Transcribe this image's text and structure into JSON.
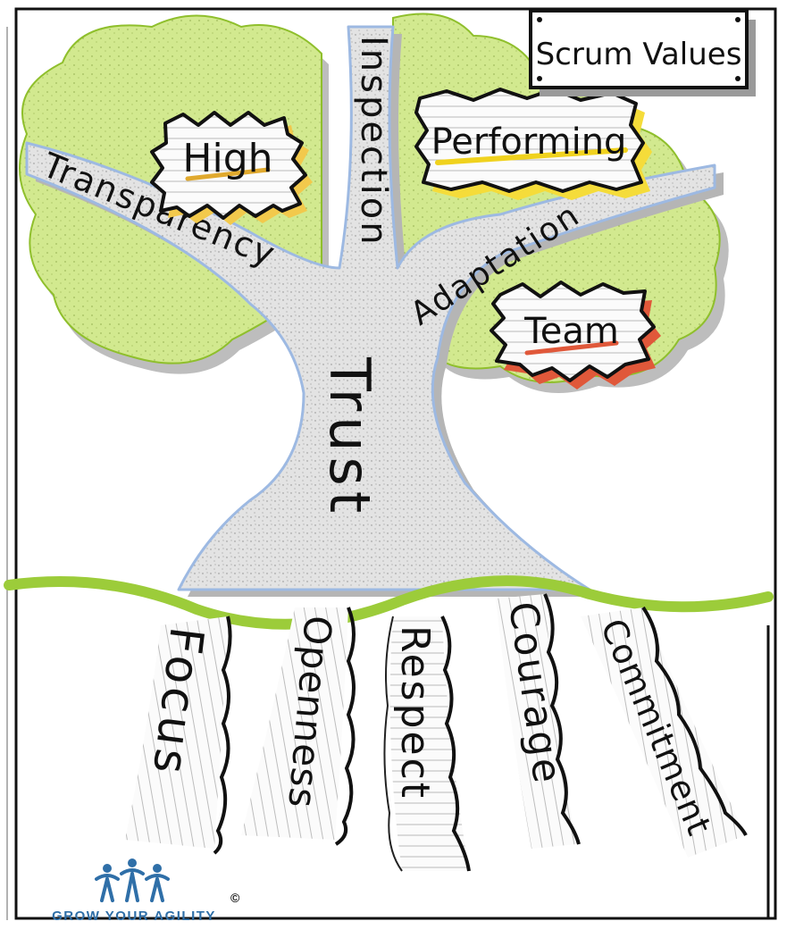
{
  "title": "Scrum Values",
  "badges": {
    "high": "High",
    "performing": "Performing",
    "team": "Team"
  },
  "tree": {
    "trunk": "Trust",
    "left_branch": "Transparency",
    "center_branch": "Inspection",
    "right_branch": "Adaptation"
  },
  "roots": [
    "Focus",
    "Openness",
    "Respect",
    "Courage",
    "Commitment"
  ],
  "brand": {
    "name": "GROW YOUR AGILITY",
    "copyright": "©"
  },
  "colors": {
    "canopy": "#cfe88a",
    "canopy_light": "#e3f2a8",
    "ground_line": "#9ccc3a",
    "trunk_fill": "#e2e2e2",
    "trunk_outline": "#9db9e2",
    "high_accent": "#f2c94c",
    "performing_accent": "#f5dc3a",
    "team_accent": "#e0583a",
    "brand_blue": "#2f6fa8",
    "ink": "#111111"
  },
  "icons": {
    "brand_logo": "people-group-icon"
  }
}
